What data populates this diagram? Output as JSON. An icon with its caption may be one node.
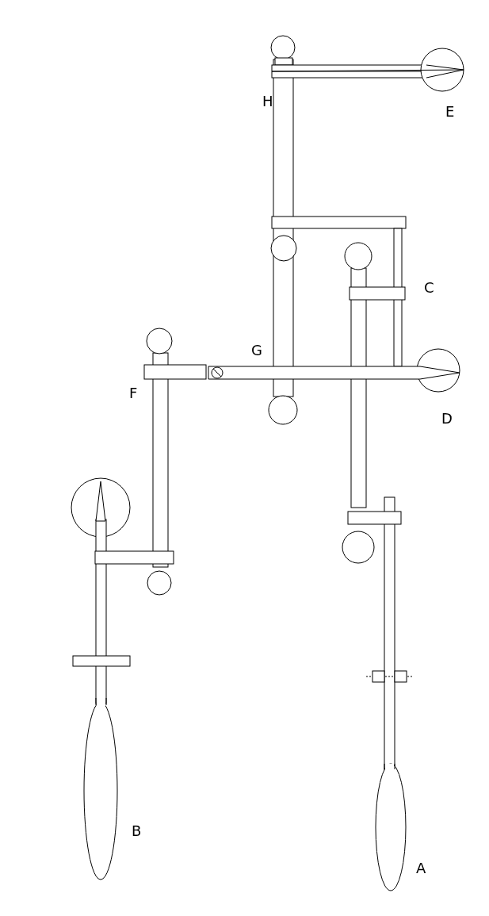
{
  "diagram": {
    "labels": [
      "H",
      "E",
      "C",
      "G",
      "F",
      "D",
      "B",
      "A"
    ]
  }
}
